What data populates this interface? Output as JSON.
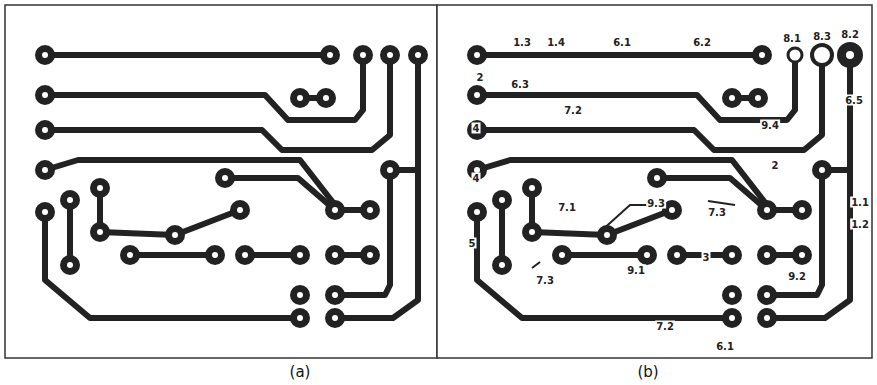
{
  "diagram": {
    "labels": [
      "(a)",
      "(b)",
      "1.3",
      "1.4",
      "6.1",
      "6.2",
      "8.1",
      "8.3",
      "8.2",
      "2",
      "6.3",
      "7.2",
      "6.5",
      "9.4",
      "4",
      "2",
      "4",
      "7.1",
      "9.3",
      "7.3",
      "1.1",
      "1.2",
      "5",
      "9.1",
      "3",
      "7.3",
      "9.2",
      "7.2",
      "6.1"
    ]
  }
}
